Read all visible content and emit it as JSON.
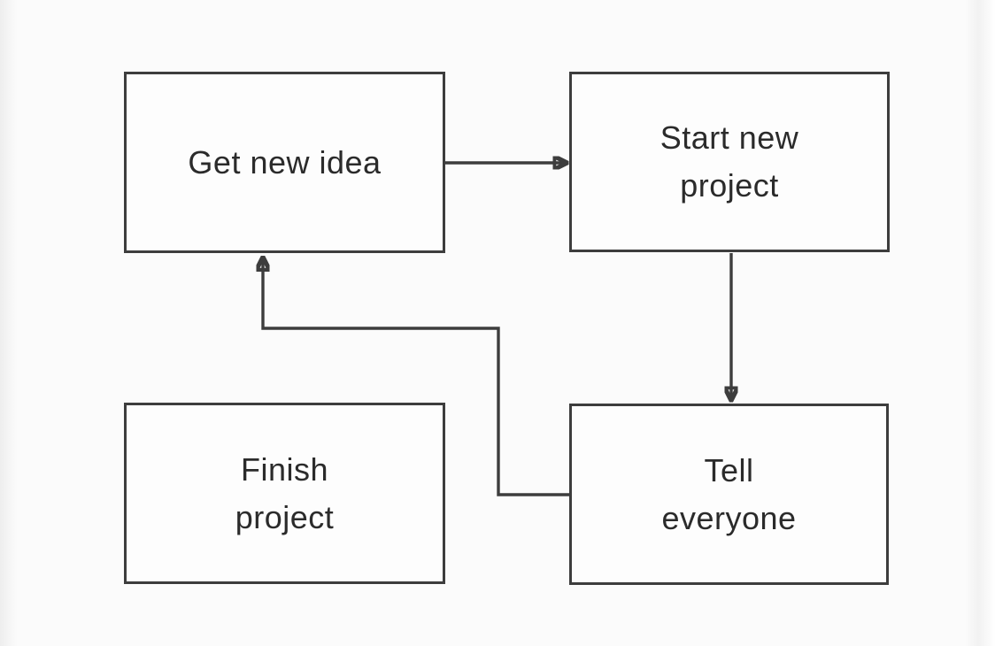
{
  "diagram": {
    "type": "flowchart",
    "nodes": [
      {
        "id": "get-new-idea",
        "label": "Get new idea"
      },
      {
        "id": "start-new-project",
        "label": "Start new\nproject"
      },
      {
        "id": "finish-project",
        "label": "Finish\nproject"
      },
      {
        "id": "tell-everyone",
        "label": "Tell\neveryone"
      }
    ],
    "edges": [
      {
        "from": "get-new-idea",
        "to": "start-new-project",
        "style": "arrow-right"
      },
      {
        "from": "start-new-project",
        "to": "tell-everyone",
        "style": "arrow-down"
      },
      {
        "from": "tell-everyone",
        "to": "get-new-idea",
        "style": "orthogonal-loop-arrow"
      }
    ],
    "colors": {
      "stroke": "#3d3d3d",
      "text": "#2b2b2b",
      "node_fill": "#fdfdfd",
      "background": "#fbfbfb"
    }
  }
}
